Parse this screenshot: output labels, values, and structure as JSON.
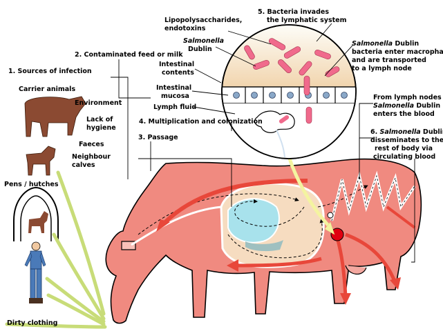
{
  "labels": {
    "sources": "1. Sources of infection",
    "carrier": "Carrier animals",
    "environment": "Environment",
    "lack_hygiene_1": "Lack of",
    "lack_hygiene_2": "hygiene",
    "faeces": "Faeces",
    "neighbour_1": "Neighbour",
    "neighbour_2": "calves",
    "pens": "Pens / hutches",
    "dirty": "Dirty clothing",
    "contaminated": "2. Contaminated feed or milk",
    "passage": "3. Passage",
    "multiplication": "4. Multiplication and colonization",
    "lipo_1": "Lipopolysaccharides,",
    "lipo_2": "endotoxins",
    "salmonella_it": "Salmonella",
    "dublin": "Dublin",
    "intestinal_1": "Intestinal",
    "intestinal_2": "contents",
    "mucosa_1": "Intestinal",
    "mucosa_2": "mucosa",
    "lymph_fluid": "Lymph fluid",
    "bact_invades_1": "5. Bacteria invades",
    "bact_invades_2": "the lymphatic system",
    "macro_1": "Salmonella",
    "macro_1b": " Dublin",
    "macro_2": "bacteria enter macrophages",
    "macro_3": "and are transported",
    "macro_4": "to a lymph node",
    "from_lymph_1": "From lymph nodes",
    "from_lymph_2": "Salmonella",
    "from_lymph_2b": " Dublin",
    "from_lymph_3": "enters the blood",
    "dissem_1": "6.",
    "dissem_1a": "Salmonella",
    "dissem_1b": " Dublin",
    "dissem_2": "disseminates to the",
    "dissem_3": "rest of body via",
    "dissem_4": "circulating blood"
  },
  "colors": {
    "cow_body": "#f08a80",
    "cow_outline": "#000000",
    "calf_brown": "#8b4a32",
    "arrow_red": "#e8473a",
    "arrow_green": "#c8dc78",
    "stomach_blue": "#a8e2ec",
    "stomach_tan": "#f2d6ae",
    "lymph_node": "#e00010",
    "bacteria": "#f06a8c"
  }
}
